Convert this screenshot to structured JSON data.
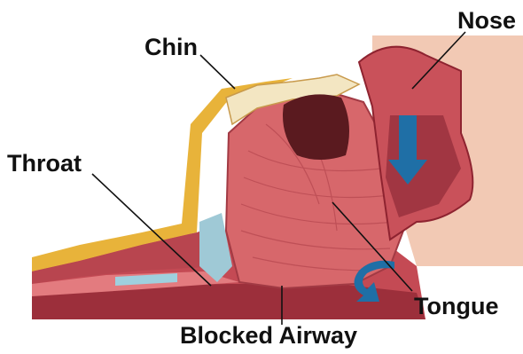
{
  "labels": {
    "nose": "Nose",
    "chin": "Chin",
    "throat": "Throat",
    "tongue": "Tongue",
    "blocked_airway": "Blocked Airway"
  },
  "colors": {
    "background": "#ffffff",
    "tissue": "#c9515a",
    "tissue_dark": "#8e2330",
    "tongue": "#d7676b",
    "fat_layer": "#e8b33a",
    "skin": "#f2c9b4",
    "bone": "#f3e6c2",
    "arrow": "#1f6fa6",
    "text": "#111111"
  },
  "icons": {
    "airflow_arrow": "down-arrow-icon",
    "redirect_arrow": "curved-arrow-icon"
  }
}
